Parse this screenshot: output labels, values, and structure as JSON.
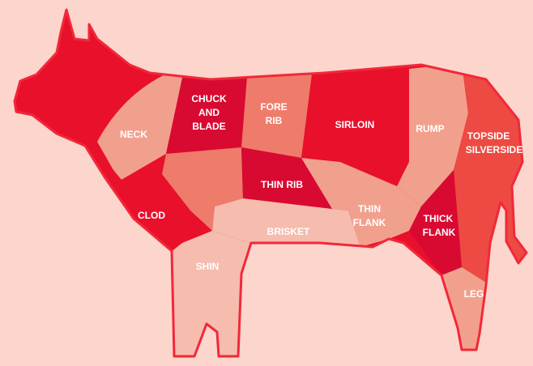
{
  "colors": {
    "background": "#fcd5cc",
    "outline": "#f2283a",
    "deep_red": "#e8102a",
    "crimson": "#d80a32",
    "salmon": "#ef7b6b",
    "light_salmon": "#f2a08e",
    "pale": "#f6bcae",
    "red_orange": "#ec4a42"
  },
  "cuts": {
    "neck": "NECK",
    "chuck_1": "CHUCK",
    "chuck_2": "AND",
    "chuck_3": "BLADE",
    "fore_rib_1": "FORE",
    "fore_rib_2": "RIB",
    "sirloin": "SIRLOIN",
    "rump": "RUMP",
    "topside_1": "TOPSIDE",
    "topside_2": "SILVERSIDE",
    "clod": "CLOD",
    "thin_rib": "THIN RIB",
    "brisket": "BRISKET",
    "thin_flank_1": "THIN",
    "thin_flank_2": "FLANK",
    "thick_flank_1": "THICK",
    "thick_flank_2": "FLANK",
    "shin": "SHIN",
    "leg": "LEG"
  }
}
